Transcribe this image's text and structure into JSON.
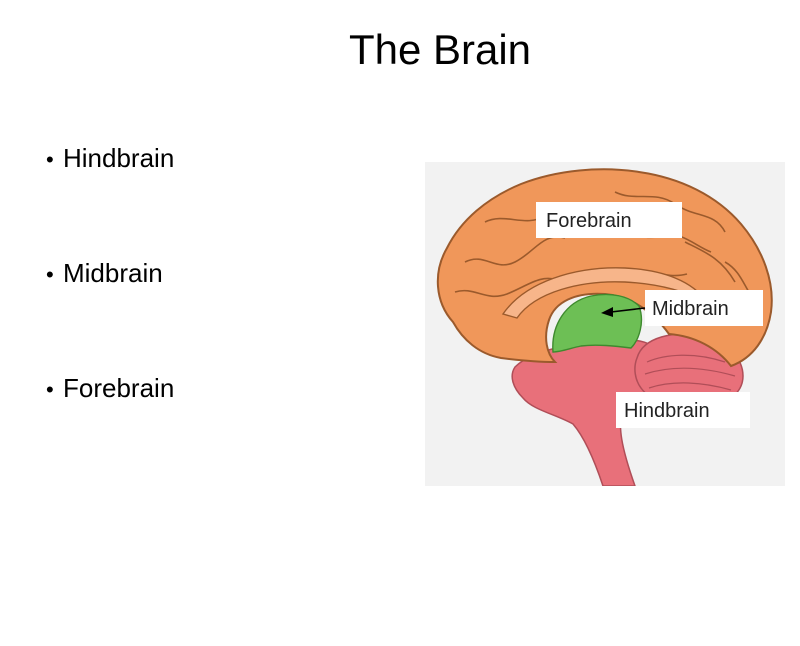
{
  "slide": {
    "title": "The Brain",
    "bullet_symbol": "•",
    "bullets": [
      "Hindbrain",
      "Midbrain",
      "Forebrain"
    ]
  },
  "diagram": {
    "labels": {
      "forebrain": "Forebrain",
      "midbrain": "Midbrain",
      "hindbrain": "Hindbrain"
    },
    "colors": {
      "forebrain": "#f0975a",
      "forebrain_outline": "#9b5a2c",
      "midbrain": "#6dbf55",
      "hindbrain": "#e8707a",
      "cerebellum": "#e8707a",
      "background": "#f2f2f2"
    }
  }
}
